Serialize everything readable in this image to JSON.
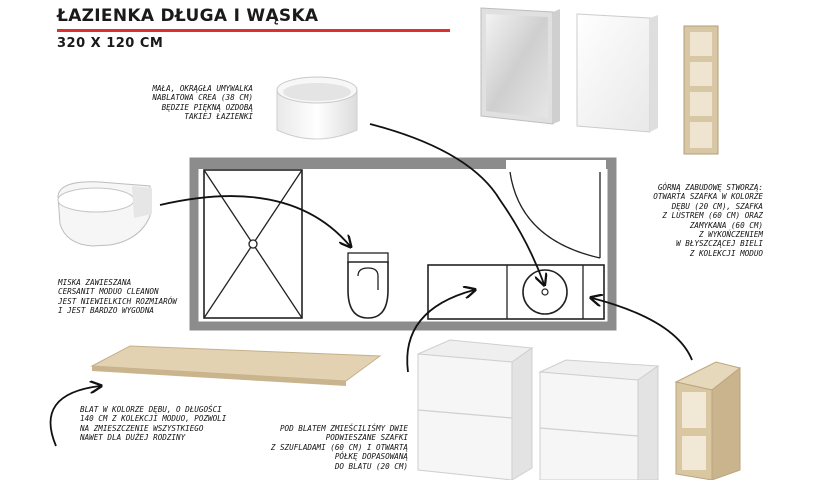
{
  "header": {
    "title": "ŁAZIENKA DŁUGA I WĄSKA",
    "dimensions": "320 X 120 CM",
    "accent_color": "#e0302e"
  },
  "notes": {
    "washbasin": [
      "MAŁA, OKRĄGŁA UMYWALKA",
      "NABLATOWA CREA (38 CM)",
      "BĘDZIE PIĘKNĄ OZDOBĄ",
      "TAKIEJ ŁAZIENKI"
    ],
    "toilet": [
      "MISKA ZAWIESZANA",
      "CERSANIT MODUO CLEANON",
      "JEST NIEWIELKICH ROZMIARÓW",
      "I JEST BARDZO WYGODNA"
    ],
    "upper_cabinets": [
      "GÓRNĄ ZABUDOWĘ STWORZĄ:",
      "OTWARTA SZAFKA W KOLORZE",
      "DĘBU (20 CM), SZAFKA",
      "Z LUSTREM (60 CM) ORAZ",
      "ZAMYKANA (60 CM)",
      "Z WYKOŃCZENIEM",
      "W BŁYSZCZĄCEJ BIELI",
      "Z KOLEKCJI MODUO"
    ],
    "countertop": [
      "BLAT W KOLORZE DĘBU, O DŁUGOŚCI",
      "140 CM Z KOLEKCJI MODUO, POZWOLI",
      "NA ZMIESZCZENIE WSZYSTKIEGO",
      "NAWET DLA DUŻEJ RODZINY"
    ],
    "lower_cabinets": [
      "POD BLATEM ZMIEŚCILIŚMY DWIE",
      "PODWIESZANE SZAFKI",
      "Z SZUFLADAMI (60 CM) I OTWARTĄ",
      "PÓŁKĘ DOPASOWANĄ",
      "DO BLATU (20 CM)"
    ]
  },
  "icons": {
    "washbasin": "round-countertop-washbasin-icon",
    "toilet": "wall-hung-toilet-icon",
    "mirror_cabinet": "mirror-cabinet-icon",
    "white_cabinet": "white-cabinet-icon",
    "open_shelf": "open-shelf-icon",
    "countertop": "oak-countertop-icon",
    "drawer_cabinet": "drawer-cabinet-icon",
    "open_low_shelf": "open-low-shelf-icon"
  },
  "colors": {
    "wall": "#8c8c8c",
    "oak": "#e2d2b2",
    "oak_dark": "#c9b48e",
    "white_gloss": "#f4f4f4"
  }
}
